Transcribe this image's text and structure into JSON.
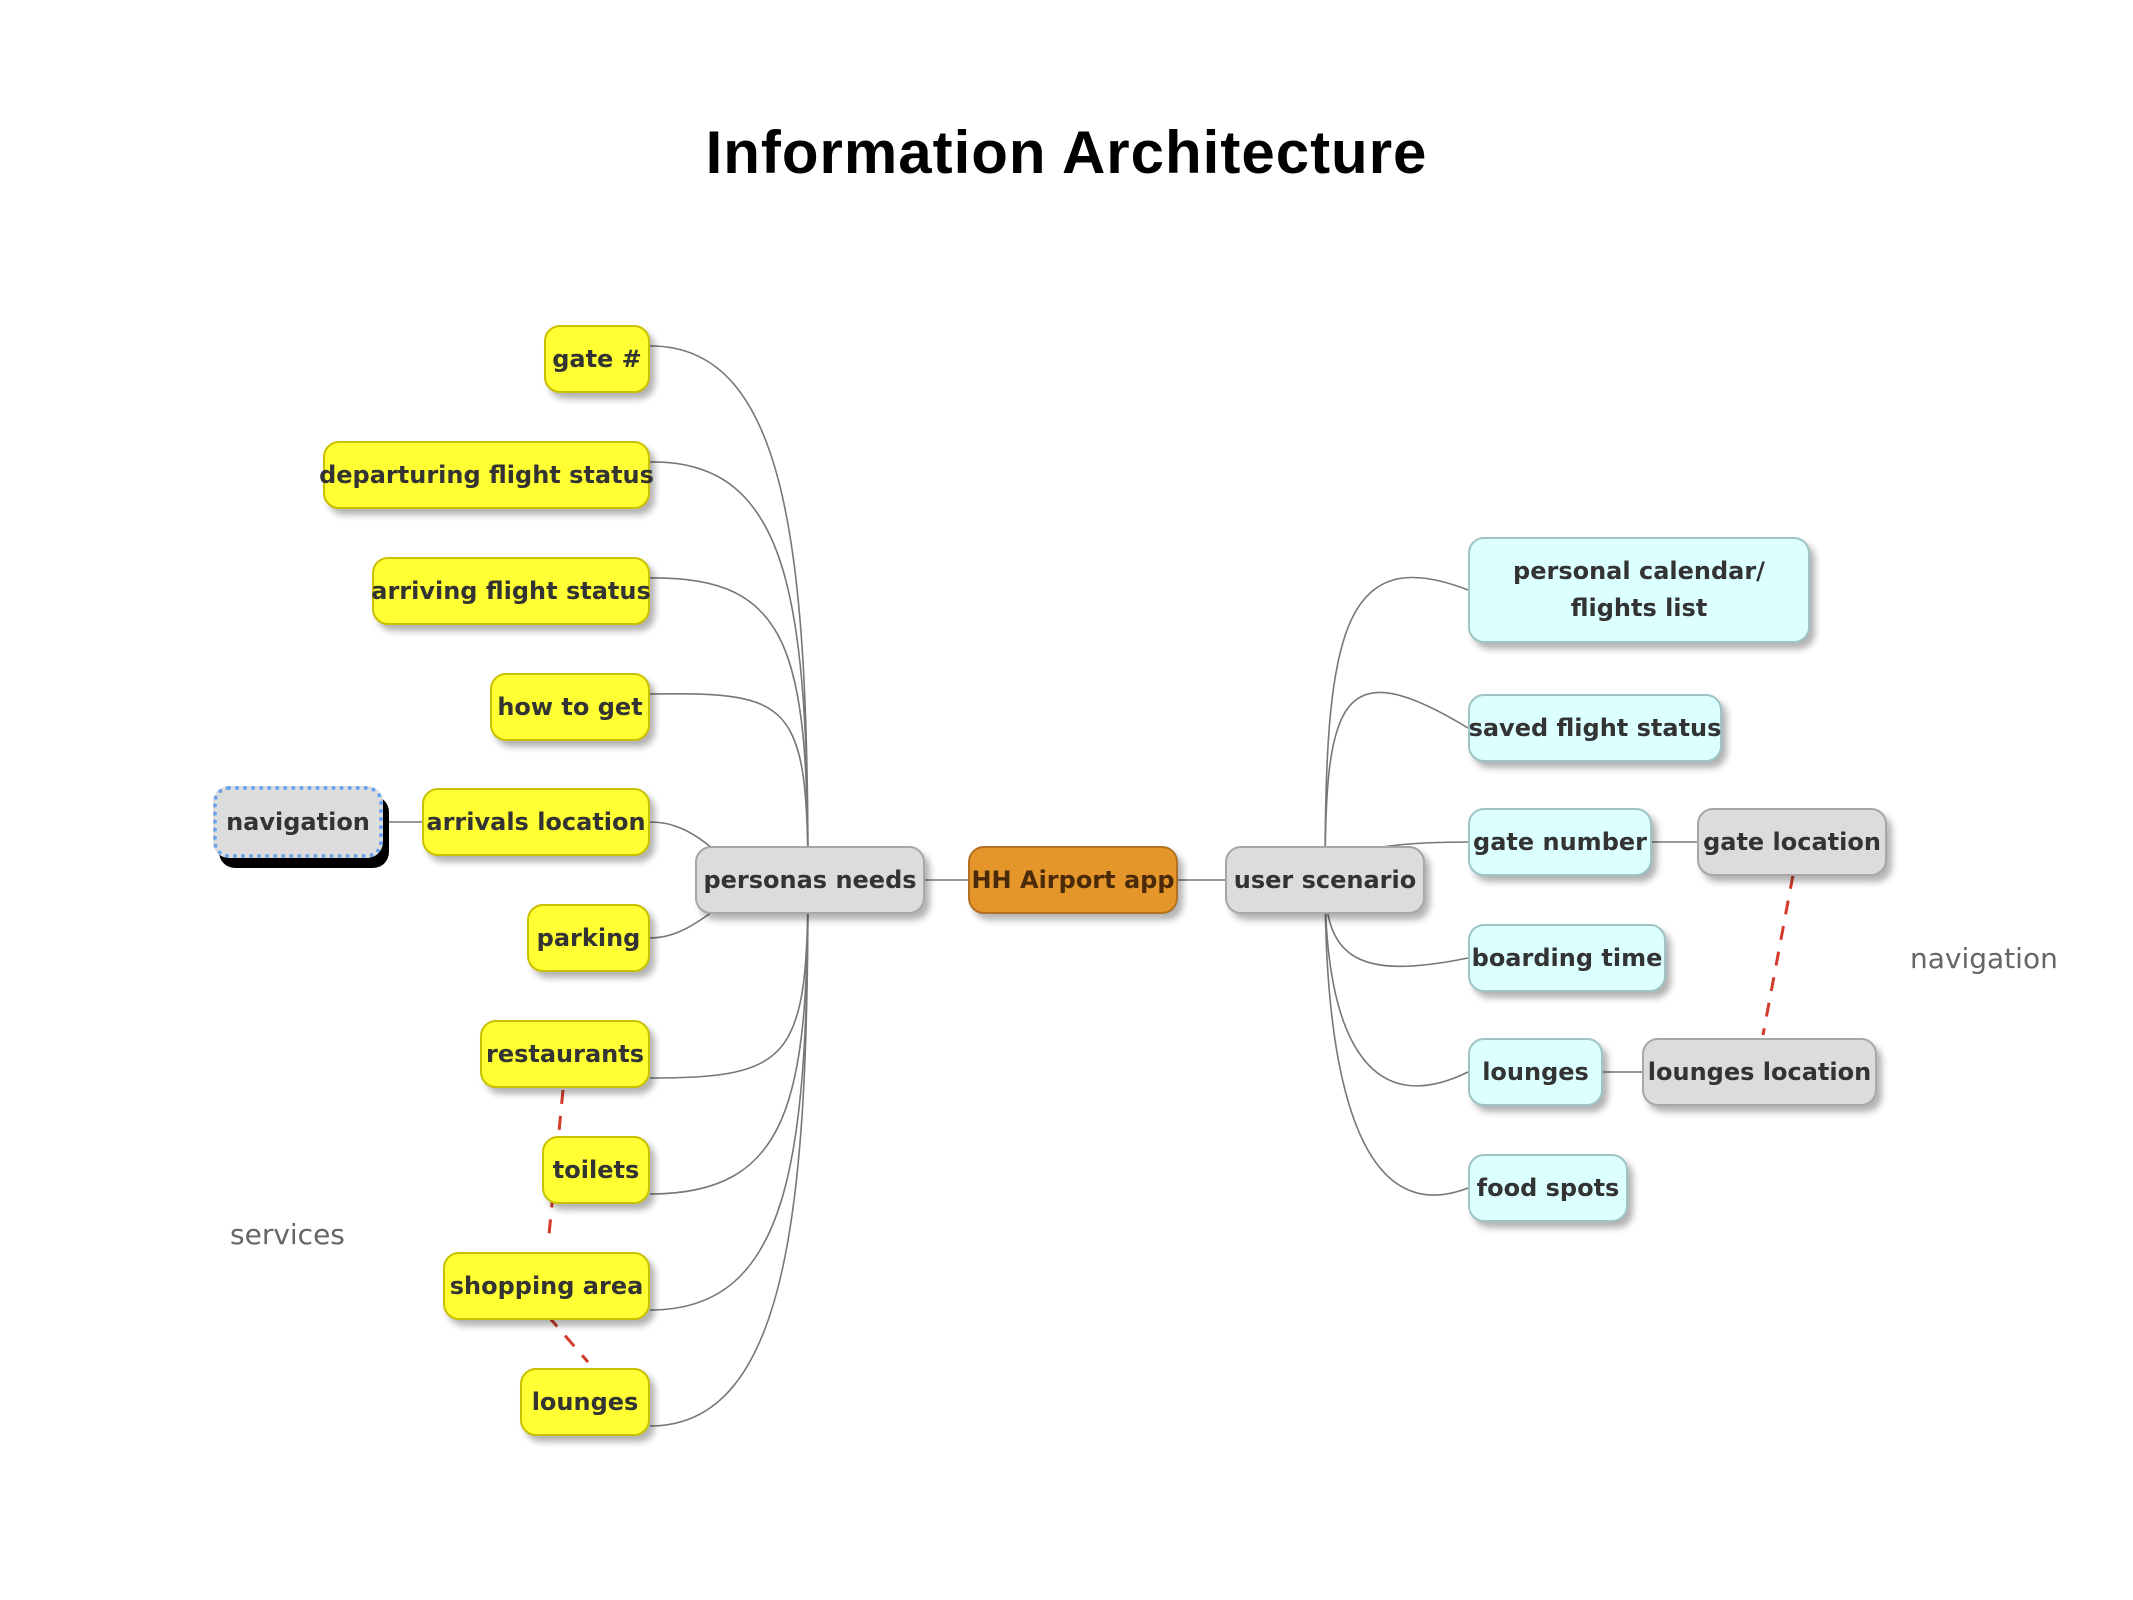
{
  "title": "Information Architecture",
  "center": {
    "label": "HH Airport app",
    "color": "#e5962a"
  },
  "left_branch": {
    "label": "personas needs",
    "items": [
      {
        "label": "gate #"
      },
      {
        "label": "departuring flight status"
      },
      {
        "label": "arriving flight status"
      },
      {
        "label": "how to get"
      },
      {
        "label": "arrivals location",
        "child": "navigation"
      },
      {
        "label": "parking"
      },
      {
        "label": "restaurants"
      },
      {
        "label": "toilets"
      },
      {
        "label": "shopping area"
      },
      {
        "label": "lounges"
      }
    ]
  },
  "right_branch": {
    "label": "user scenario",
    "items": [
      {
        "label": "personal calendar/ flights list"
      },
      {
        "label": "saved flight status"
      },
      {
        "label": "gate number",
        "child": "gate location"
      },
      {
        "label": "boarding time"
      },
      {
        "label": "lounges",
        "child": "lounges location"
      },
      {
        "label": "food spots"
      }
    ]
  },
  "group_labels": {
    "services": "services",
    "navigation": "navigation"
  },
  "colors": {
    "leaf_left": "#ffff33",
    "leaf_right": "#dcffff",
    "branch": "#dcdcdc",
    "link_dashed": "#d23a2a"
  }
}
